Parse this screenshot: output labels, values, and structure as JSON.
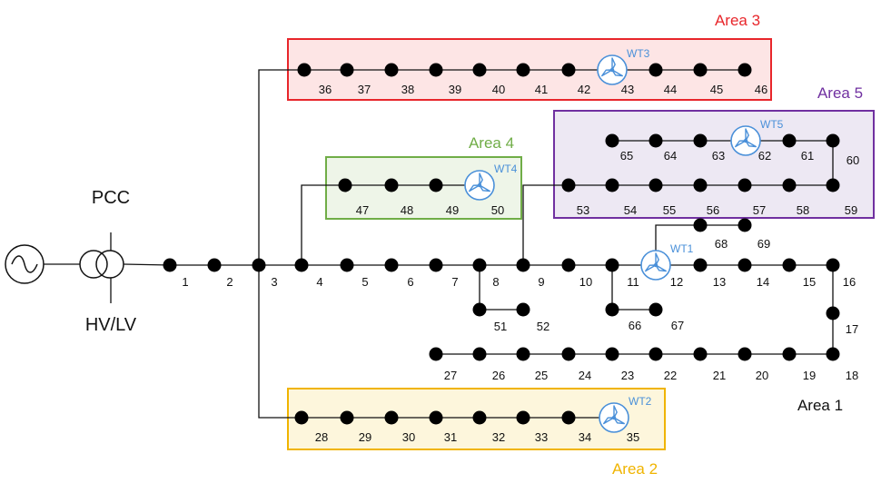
{
  "labels": {
    "pcc": "PCC",
    "transformer": "HV/LV"
  },
  "colors": {
    "wind_turbine": "#4a90d9",
    "bus": "#000000",
    "line": "#111111"
  },
  "areas": [
    {
      "id": "area1",
      "label": "Area 1",
      "color": "#111111",
      "fill": "none"
    },
    {
      "id": "area2",
      "label": "Area 2",
      "color": "#f0b400",
      "fill": "#fdf6dc"
    },
    {
      "id": "area3",
      "label": "Area 3",
      "color": "#e8262b",
      "fill": "#fde5e5"
    },
    {
      "id": "area4",
      "label": "Area 4",
      "color": "#70ad47",
      "fill": "#eef5e8"
    },
    {
      "id": "area5",
      "label": "Area 5",
      "color": "#7030a0",
      "fill": "#ede8f3"
    }
  ],
  "wind_turbines": [
    {
      "label": "WT1",
      "bus": "12"
    },
    {
      "label": "WT2",
      "bus": "35"
    },
    {
      "label": "WT3",
      "bus": "43"
    },
    {
      "label": "WT4",
      "bus": "50"
    },
    {
      "label": "WT5",
      "bus": "62"
    }
  ],
  "bus_labels": [
    "1",
    "2",
    "3",
    "4",
    "5",
    "6",
    "7",
    "8",
    "9",
    "10",
    "11",
    "12",
    "13",
    "14",
    "15",
    "16",
    "17",
    "18",
    "19",
    "20",
    "21",
    "22",
    "23",
    "24",
    "25",
    "26",
    "27",
    "28",
    "29",
    "30",
    "31",
    "32",
    "33",
    "34",
    "35",
    "36",
    "37",
    "38",
    "39",
    "40",
    "41",
    "42",
    "43",
    "44",
    "45",
    "46",
    "47",
    "48",
    "49",
    "50",
    "51",
    "52",
    "53",
    "54",
    "55",
    "56",
    "57",
    "58",
    "59",
    "60",
    "61",
    "62",
    "63",
    "64",
    "65",
    "66",
    "67",
    "68",
    "69"
  ]
}
